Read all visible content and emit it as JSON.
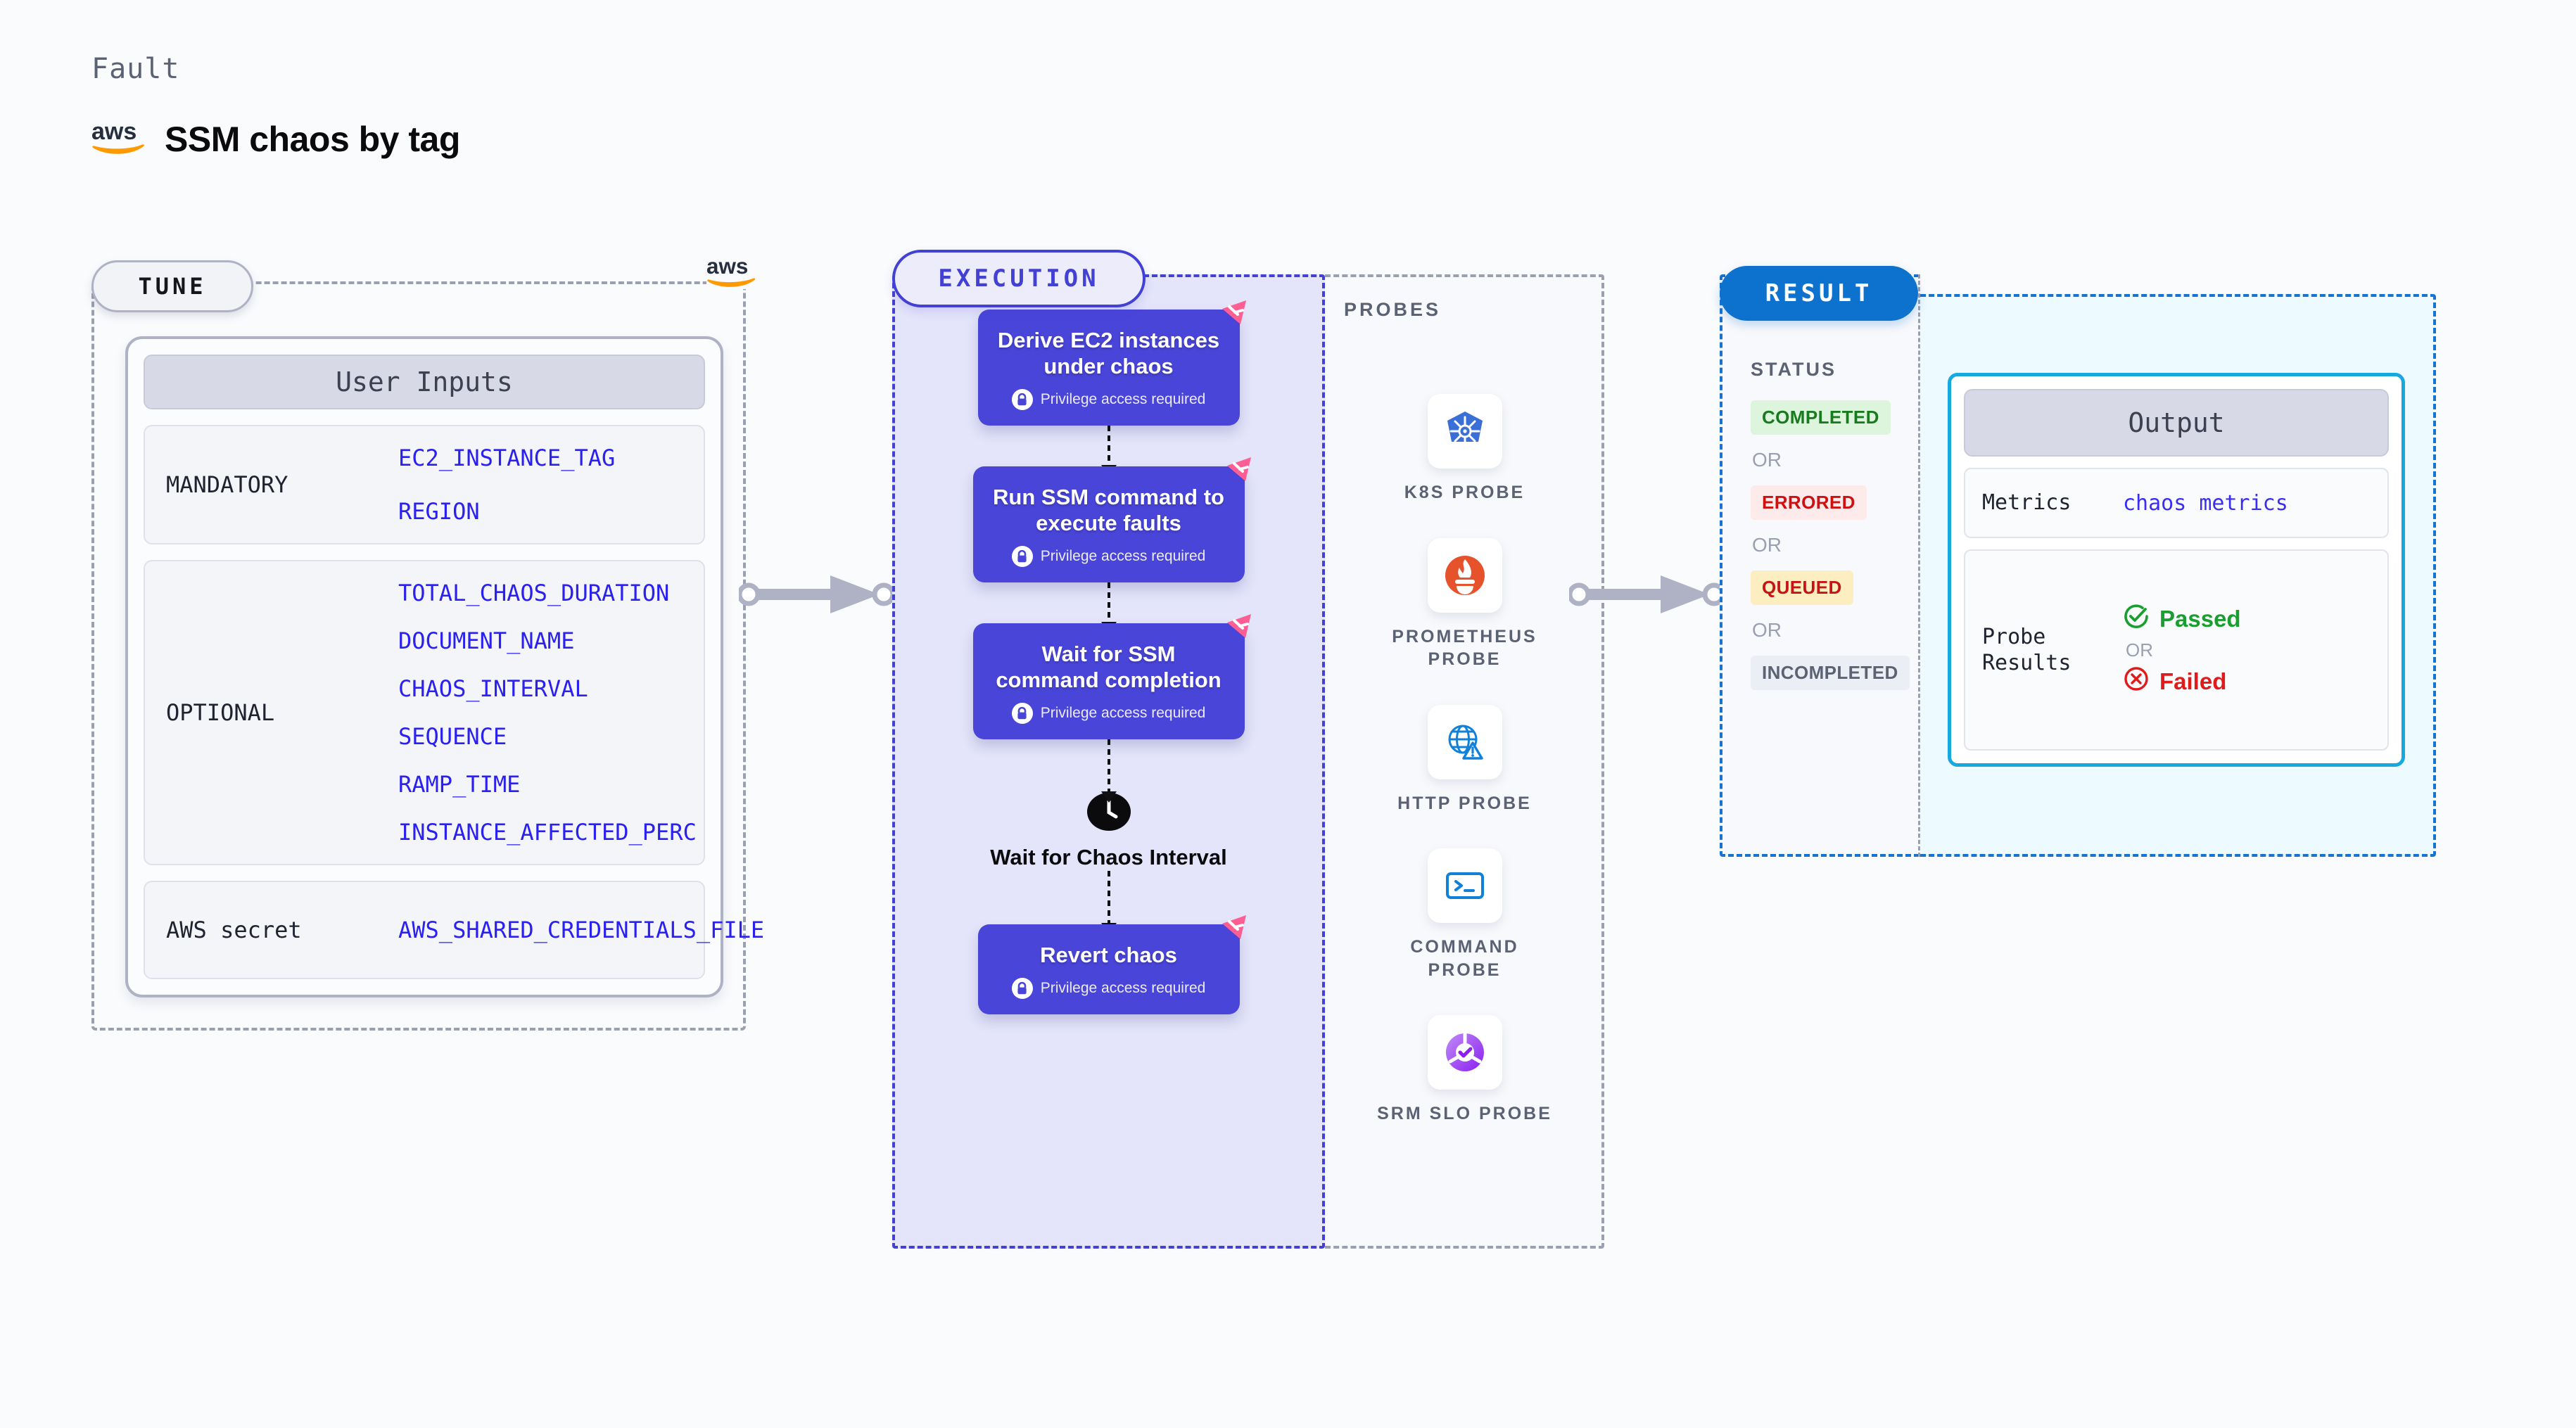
{
  "header": {
    "kicker": "Fault",
    "title": "SSM chaos by tag",
    "brand_icon": "aws-logo"
  },
  "tune": {
    "badge": "TUNE",
    "card_header": "User Inputs",
    "groups": [
      {
        "label": "MANDATORY",
        "params": [
          "EC2_INSTANCE_TAG",
          "REGION"
        ]
      },
      {
        "label": "OPTIONAL",
        "params": [
          "TOTAL_CHAOS_DURATION",
          "DOCUMENT_NAME",
          "CHAOS_INTERVAL",
          "SEQUENCE",
          "RAMP_TIME",
          "INSTANCE_AFFECTED_PERC"
        ]
      },
      {
        "label": "AWS secret",
        "params": [
          "AWS_SHARED_CREDENTIALS_FILE"
        ]
      }
    ]
  },
  "execution": {
    "badge": "EXECUTION",
    "privilege_note": "Privilege access required",
    "steps": [
      {
        "title": "Derive EC2 instances under chaos",
        "privileged": true,
        "icon": "lock-icon",
        "ribbon": "chaos-ribbon-icon"
      },
      {
        "title": "Run SSM command to execute faults",
        "privileged": true,
        "icon": "lock-icon",
        "ribbon": "chaos-ribbon-icon"
      },
      {
        "title": "Wait for SSM command completion",
        "privileged": true,
        "icon": "lock-icon",
        "ribbon": "chaos-ribbon-icon"
      },
      {
        "title": "Wait for Chaos Interval",
        "privileged": false,
        "icon": "clock-icon"
      },
      {
        "title": "Revert chaos",
        "privileged": true,
        "icon": "lock-icon",
        "ribbon": "chaos-ribbon-icon"
      }
    ]
  },
  "probes": {
    "title": "PROBES",
    "items": [
      {
        "name": "K8S PROBE",
        "icon": "kubernetes-icon"
      },
      {
        "name": "PROMETHEUS PROBE",
        "icon": "prometheus-icon"
      },
      {
        "name": "HTTP PROBE",
        "icon": "http-globe-icon"
      },
      {
        "name": "COMMAND PROBE",
        "icon": "terminal-icon"
      },
      {
        "name": "SRM SLO PROBE",
        "icon": "srm-slo-icon"
      }
    ]
  },
  "result": {
    "badge": "RESULT",
    "status_heading": "STATUS",
    "or_label": "OR",
    "statuses": [
      {
        "label": "COMPLETED",
        "text_color": "#1a7a20",
        "bg_color": "#dcf5dc"
      },
      {
        "label": "ERRORED",
        "text_color": "#cf1010",
        "bg_color": "#fdeaea"
      },
      {
        "label": "QUEUED",
        "text_color": "#c41414",
        "bg_color": "#fdeec2"
      },
      {
        "label": "INCOMPLETED",
        "text_color": "#5b6273",
        "bg_color": "#eceef5"
      }
    ],
    "output": {
      "header": "Output",
      "metrics_label": "Metrics",
      "metrics_value": "chaos metrics",
      "probe_results_label": "Probe Results",
      "passed_label": "Passed",
      "failed_label": "Failed",
      "passed_icon": "check-circle-icon",
      "failed_icon": "x-circle-icon"
    }
  },
  "colors": {
    "accent_purple": "#4945d9",
    "accent_blue": "#0d71ce",
    "accent_cyan": "#17a8e0",
    "param_blue": "#2a20f0",
    "ribbon_pink": "#fd5e93"
  }
}
